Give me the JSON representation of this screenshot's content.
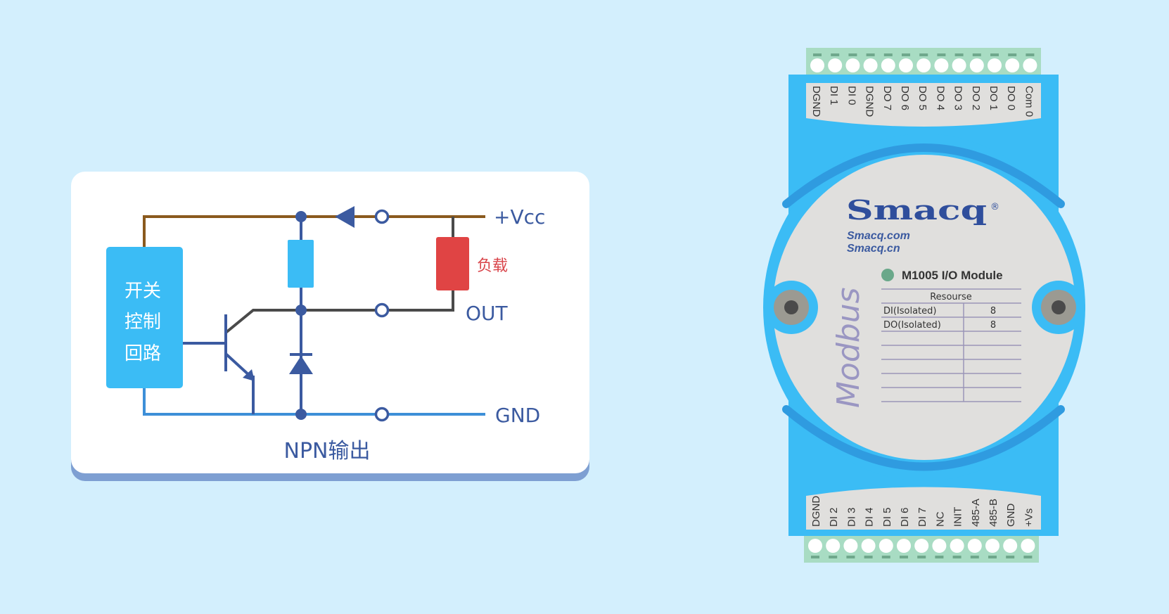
{
  "circuit": {
    "title": "NPN输出",
    "control_block": {
      "lines": [
        "开关",
        "控制",
        "回路"
      ]
    },
    "terminals": {
      "vcc": "+Vcc",
      "out": "OUT",
      "gnd": "GND"
    },
    "load_label": "负载",
    "colors": {
      "vcc_wire": "#8a5a1e",
      "out_wire": "#4a4a4a",
      "gnd_wire": "#3d8fd8",
      "component_blue": "#3bbcf5",
      "node": "#3b5aa0",
      "load": "#e04444"
    }
  },
  "module": {
    "brand": "Smacq",
    "registered_mark": "®",
    "urls": [
      "Smacq.com",
      "Smacq.cn"
    ],
    "model": "M1005 I/O Module",
    "protocol": "Modbus",
    "status_led_color": "#6aa88a",
    "resource_table": {
      "header": "Resourse",
      "rows": [
        {
          "name": "DI(Isolated)",
          "value": "8"
        },
        {
          "name": "DO(Isolated)",
          "value": "8"
        },
        {
          "name": "",
          "value": ""
        },
        {
          "name": "",
          "value": ""
        },
        {
          "name": "",
          "value": ""
        },
        {
          "name": "",
          "value": ""
        },
        {
          "name": "",
          "value": ""
        }
      ]
    },
    "top_terminals": [
      "DGND",
      "DI 1",
      "DI 0",
      "DGND",
      "DO 7",
      "DO 6",
      "DO 5",
      "DO 4",
      "DO 3",
      "DO 2",
      "DO 1",
      "DO 0",
      "Com 0"
    ],
    "bottom_terminals": [
      "DGND",
      "DI 2",
      "DI 3",
      "DI 4",
      "DI 5",
      "DI 6",
      "DI 7",
      "NC",
      "INIT",
      "485-A",
      "485-B",
      "GND",
      "+Vs"
    ],
    "colors": {
      "body": "#3bbcf5",
      "body_dark": "#2f9be0",
      "face": "#e0dfdd",
      "terminal_block": "#a8dcc3"
    }
  }
}
